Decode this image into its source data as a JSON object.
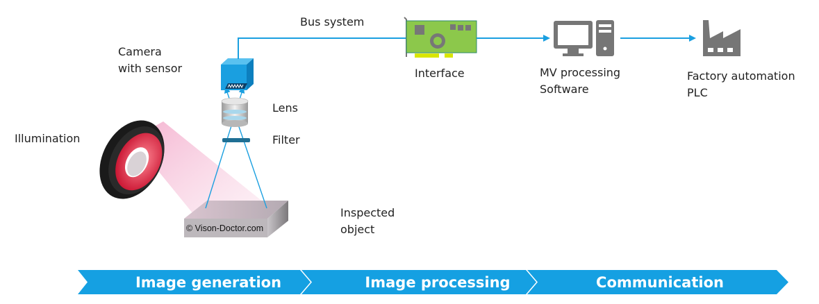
{
  "labels": {
    "camera": [
      "Camera",
      "with sensor"
    ],
    "illumination": "Illumination",
    "lens": "Lens",
    "filter": "Filter",
    "inspected_object": [
      "Inspected",
      "object"
    ],
    "bus_system": "Bus system",
    "interface": "Interface",
    "mv_software": [
      "MV processing",
      "Software"
    ],
    "factory": [
      "Factory automation",
      "PLC"
    ],
    "watermark": "© Vison-Doctor.com"
  },
  "stages": [
    {
      "label": "Image generation"
    },
    {
      "label": "Image processing"
    },
    {
      "label": "Communication"
    }
  ],
  "icons": {
    "camera": "camera-icon",
    "lens": "lens-icon",
    "filter": "filter-icon",
    "illumination": "ring-light-icon",
    "object": "inspected-object-icon",
    "interface": "interface-card-icon",
    "computer": "computer-icon",
    "factory": "factory-icon"
  },
  "colors": {
    "accent_blue": "#1a9fe0",
    "stage_band": "#15a0e2",
    "icon_gray": "#767676",
    "card_green": "#8cc84b",
    "card_gold": "#d9e600",
    "ring_red": "#e8394a"
  }
}
